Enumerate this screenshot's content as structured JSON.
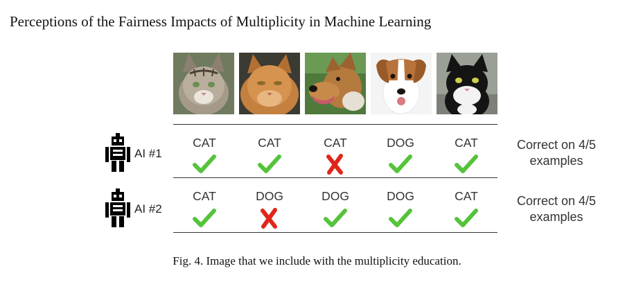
{
  "header": {
    "running_head": "Perceptions of the Fairness Impacts of Multiplicity in Machine Learning"
  },
  "figure": {
    "images": [
      {
        "subject": "tabby-cat"
      },
      {
        "subject": "orange-long-haired-cat"
      },
      {
        "subject": "brown-dog-open-mouth"
      },
      {
        "subject": "jack-russell-terrier"
      },
      {
        "subject": "black-and-white-cat"
      }
    ],
    "rows": [
      {
        "label": "AI #1",
        "predictions": [
          {
            "text": "CAT",
            "correct": true
          },
          {
            "text": "CAT",
            "correct": true
          },
          {
            "text": "CAT",
            "correct": false
          },
          {
            "text": "DOG",
            "correct": true
          },
          {
            "text": "CAT",
            "correct": true
          }
        ],
        "summary_line1": "Correct on 4/5",
        "summary_line2": "examples"
      },
      {
        "label": "AI #2",
        "predictions": [
          {
            "text": "CAT",
            "correct": true
          },
          {
            "text": "DOG",
            "correct": false
          },
          {
            "text": "DOG",
            "correct": true
          },
          {
            "text": "DOG",
            "correct": true
          },
          {
            "text": "CAT",
            "correct": true
          }
        ],
        "summary_line1": "Correct on 4/5",
        "summary_line2": "examples"
      }
    ],
    "colors": {
      "check": "#55c33b",
      "cross": "#e0261b",
      "robot": "#000000"
    },
    "caption": "Fig. 4.  Image that we include with the multiplicity education."
  }
}
